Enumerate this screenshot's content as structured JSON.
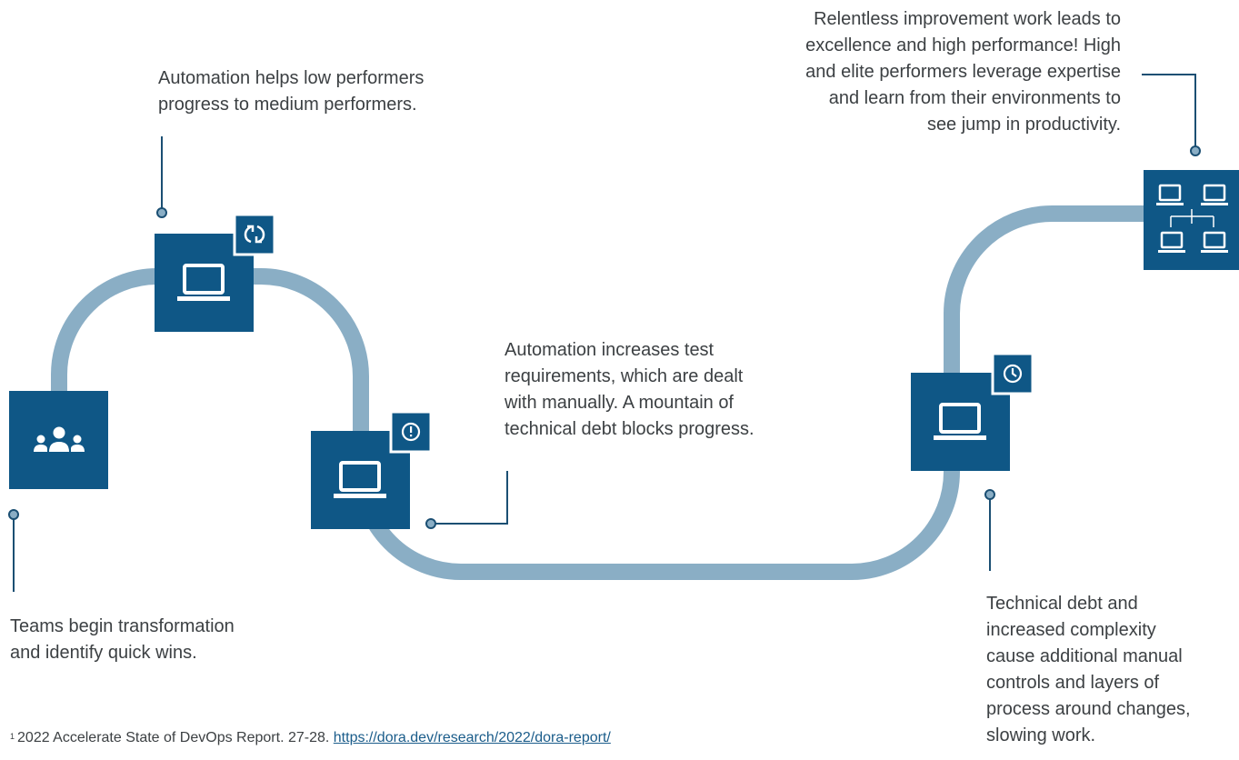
{
  "colors": {
    "tile": "#0f5786",
    "track": "#8aaec5",
    "connector": "#1b4f73",
    "text": "#3c4043",
    "link": "#1a5c8a",
    "icon": "#ffffff"
  },
  "stages": [
    {
      "id": "teams",
      "icon": "people-group-icon"
    },
    {
      "id": "automation-low",
      "icon": "laptop-icon",
      "badge": "sync-arrows-icon"
    },
    {
      "id": "automation-debt",
      "icon": "laptop-icon",
      "badge": "alert-circle-icon"
    },
    {
      "id": "tech-debt",
      "icon": "laptop-icon",
      "badge": "clock-icon"
    },
    {
      "id": "elite",
      "icon": "network-laptops-icon"
    }
  ],
  "labels": {
    "automation_low": {
      "line1": "Automation helps low performers",
      "line2": "progress to medium performers."
    },
    "automation_debt": {
      "line1": "Automation increases test",
      "line2": "requirements, which are dealt",
      "line3": "with manually. A mountain of",
      "line4": "technical debt blocks progress."
    },
    "relentless": {
      "line1": "Relentless improvement work leads to",
      "line2": "excellence and high performance! High",
      "line3": "and elite performers leverage expertise",
      "line4": "and learn from their environments to",
      "line5": "see jump in productivity."
    },
    "teams": {
      "line1": "Teams begin transformation",
      "line2": "and identify quick wins."
    },
    "tech_debt": {
      "line1": "Technical debt and",
      "line2": "increased complexity",
      "line3": "cause additional manual",
      "line4": "controls and layers of",
      "line5": "process around changes,",
      "line6": "slowing work."
    }
  },
  "footnote": {
    "marker": "1",
    "text": "2022 Accelerate State of DevOps Report. 27-28.",
    "link": "https://dora.dev/research/2022/dora-report/"
  }
}
